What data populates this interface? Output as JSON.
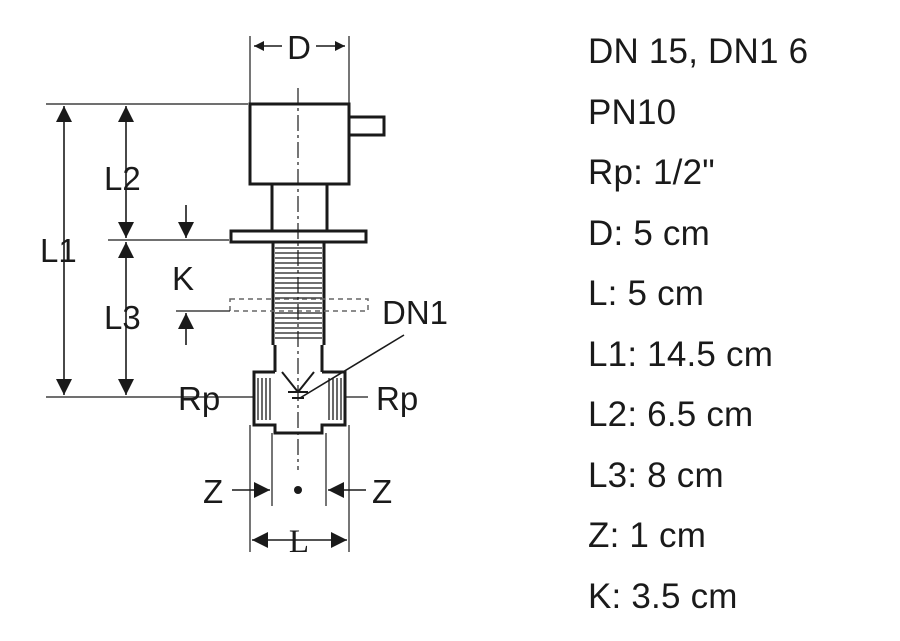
{
  "diagram": {
    "labels": {
      "d": "D",
      "l1": "L1",
      "l2": "L2",
      "l3": "L3",
      "k": "K",
      "dn1": "DN1",
      "rp_left": "Rp",
      "rp_right": "Rp",
      "z_left": "Z",
      "z_right": "Z",
      "l": "L"
    }
  },
  "specs": [
    "DN 15, DN1 6",
    "PN10",
    "Rp: 1/2\"",
    "D: 5 cm",
    "L: 5 cm",
    "L1: 14.5 cm",
    "L2: 6.5 cm",
    "L3: 8 cm",
    "Z: 1 cm",
    "K: 3.5 cm"
  ],
  "colors": {
    "line": "#1a1a1a",
    "background": "#ffffff"
  }
}
